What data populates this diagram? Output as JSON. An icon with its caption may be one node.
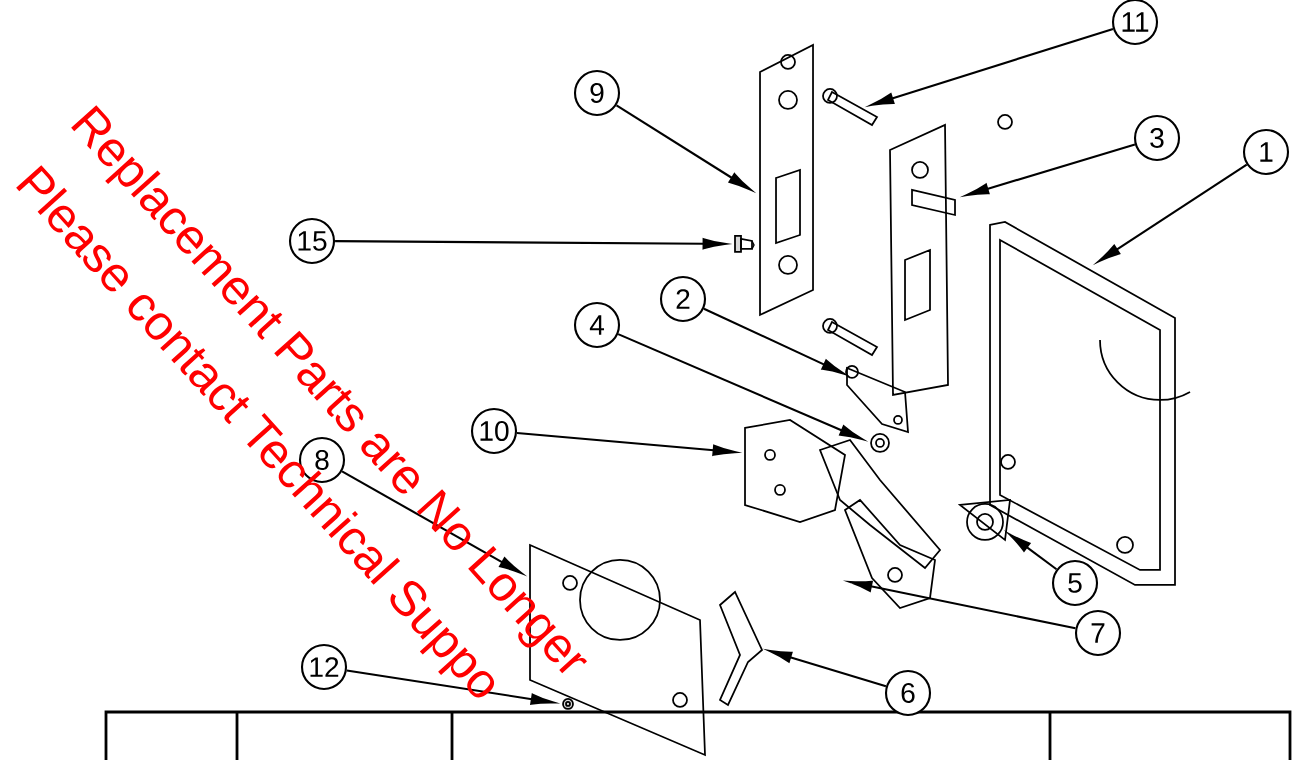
{
  "diagram": {
    "nodes": [
      {
        "text": [
          "1"
        ]
      },
      {
        "text": [
          "2"
        ]
      },
      {
        "text": [
          "3"
        ]
      },
      {
        "text": [
          "4"
        ]
      },
      {
        "text": [
          "5"
        ]
      },
      {
        "text": [
          "6"
        ]
      },
      {
        "text": [
          "7"
        ]
      },
      {
        "text": [
          "8"
        ]
      },
      {
        "text": [
          "9"
        ]
      },
      {
        "text": [
          "10"
        ]
      },
      {
        "text": [
          "11"
        ]
      },
      {
        "text": [
          "12"
        ]
      },
      {
        "text": [
          "15"
        ]
      },
      {
        "text": [],
        "shape": "picture"
      },
      {
        "text": [],
        "shape": "picture"
      },
      {
        "text": [],
        "shape": "picture"
      },
      {
        "text": [],
        "shape": "picture"
      },
      {
        "text": [],
        "shape": "picture"
      },
      {
        "text": [],
        "shape": "picture"
      },
      {
        "text": [],
        "shape": "picture"
      },
      {
        "text": [],
        "shape": "picture"
      },
      {
        "text": [],
        "shape": "picture"
      },
      {
        "text": [],
        "shape": "picture"
      },
      {
        "text": [],
        "shape": "picture"
      },
      {
        "text": [],
        "shape": "picture"
      },
      {
        "text": [],
        "shape": "picture"
      }
    ],
    "edges": [
      {
        "from": 0,
        "to": 13,
        "arrow": "to"
      },
      {
        "from": 1,
        "to": 14,
        "arrow": "to"
      },
      {
        "from": 2,
        "to": 15,
        "arrow": "to"
      },
      {
        "from": 3,
        "to": 16,
        "arrow": "to"
      },
      {
        "from": 4,
        "to": 17,
        "arrow": "to"
      },
      {
        "from": 5,
        "to": 18,
        "arrow": "to"
      },
      {
        "from": 6,
        "to": 19,
        "arrow": "to"
      },
      {
        "from": 7,
        "to": 20,
        "arrow": "to"
      },
      {
        "from": 8,
        "to": 21,
        "arrow": "to"
      },
      {
        "from": 9,
        "to": 22,
        "arrow": "to"
      },
      {
        "from": 10,
        "to": 23,
        "arrow": "to"
      },
      {
        "from": 11,
        "to": 24,
        "arrow": "to"
      },
      {
        "from": 12,
        "to": 25,
        "arrow": "to"
      }
    ],
    "labels": [
      "Replacement Parts are No Longer",
      "Please contact Technical Suppo"
    ]
  }
}
